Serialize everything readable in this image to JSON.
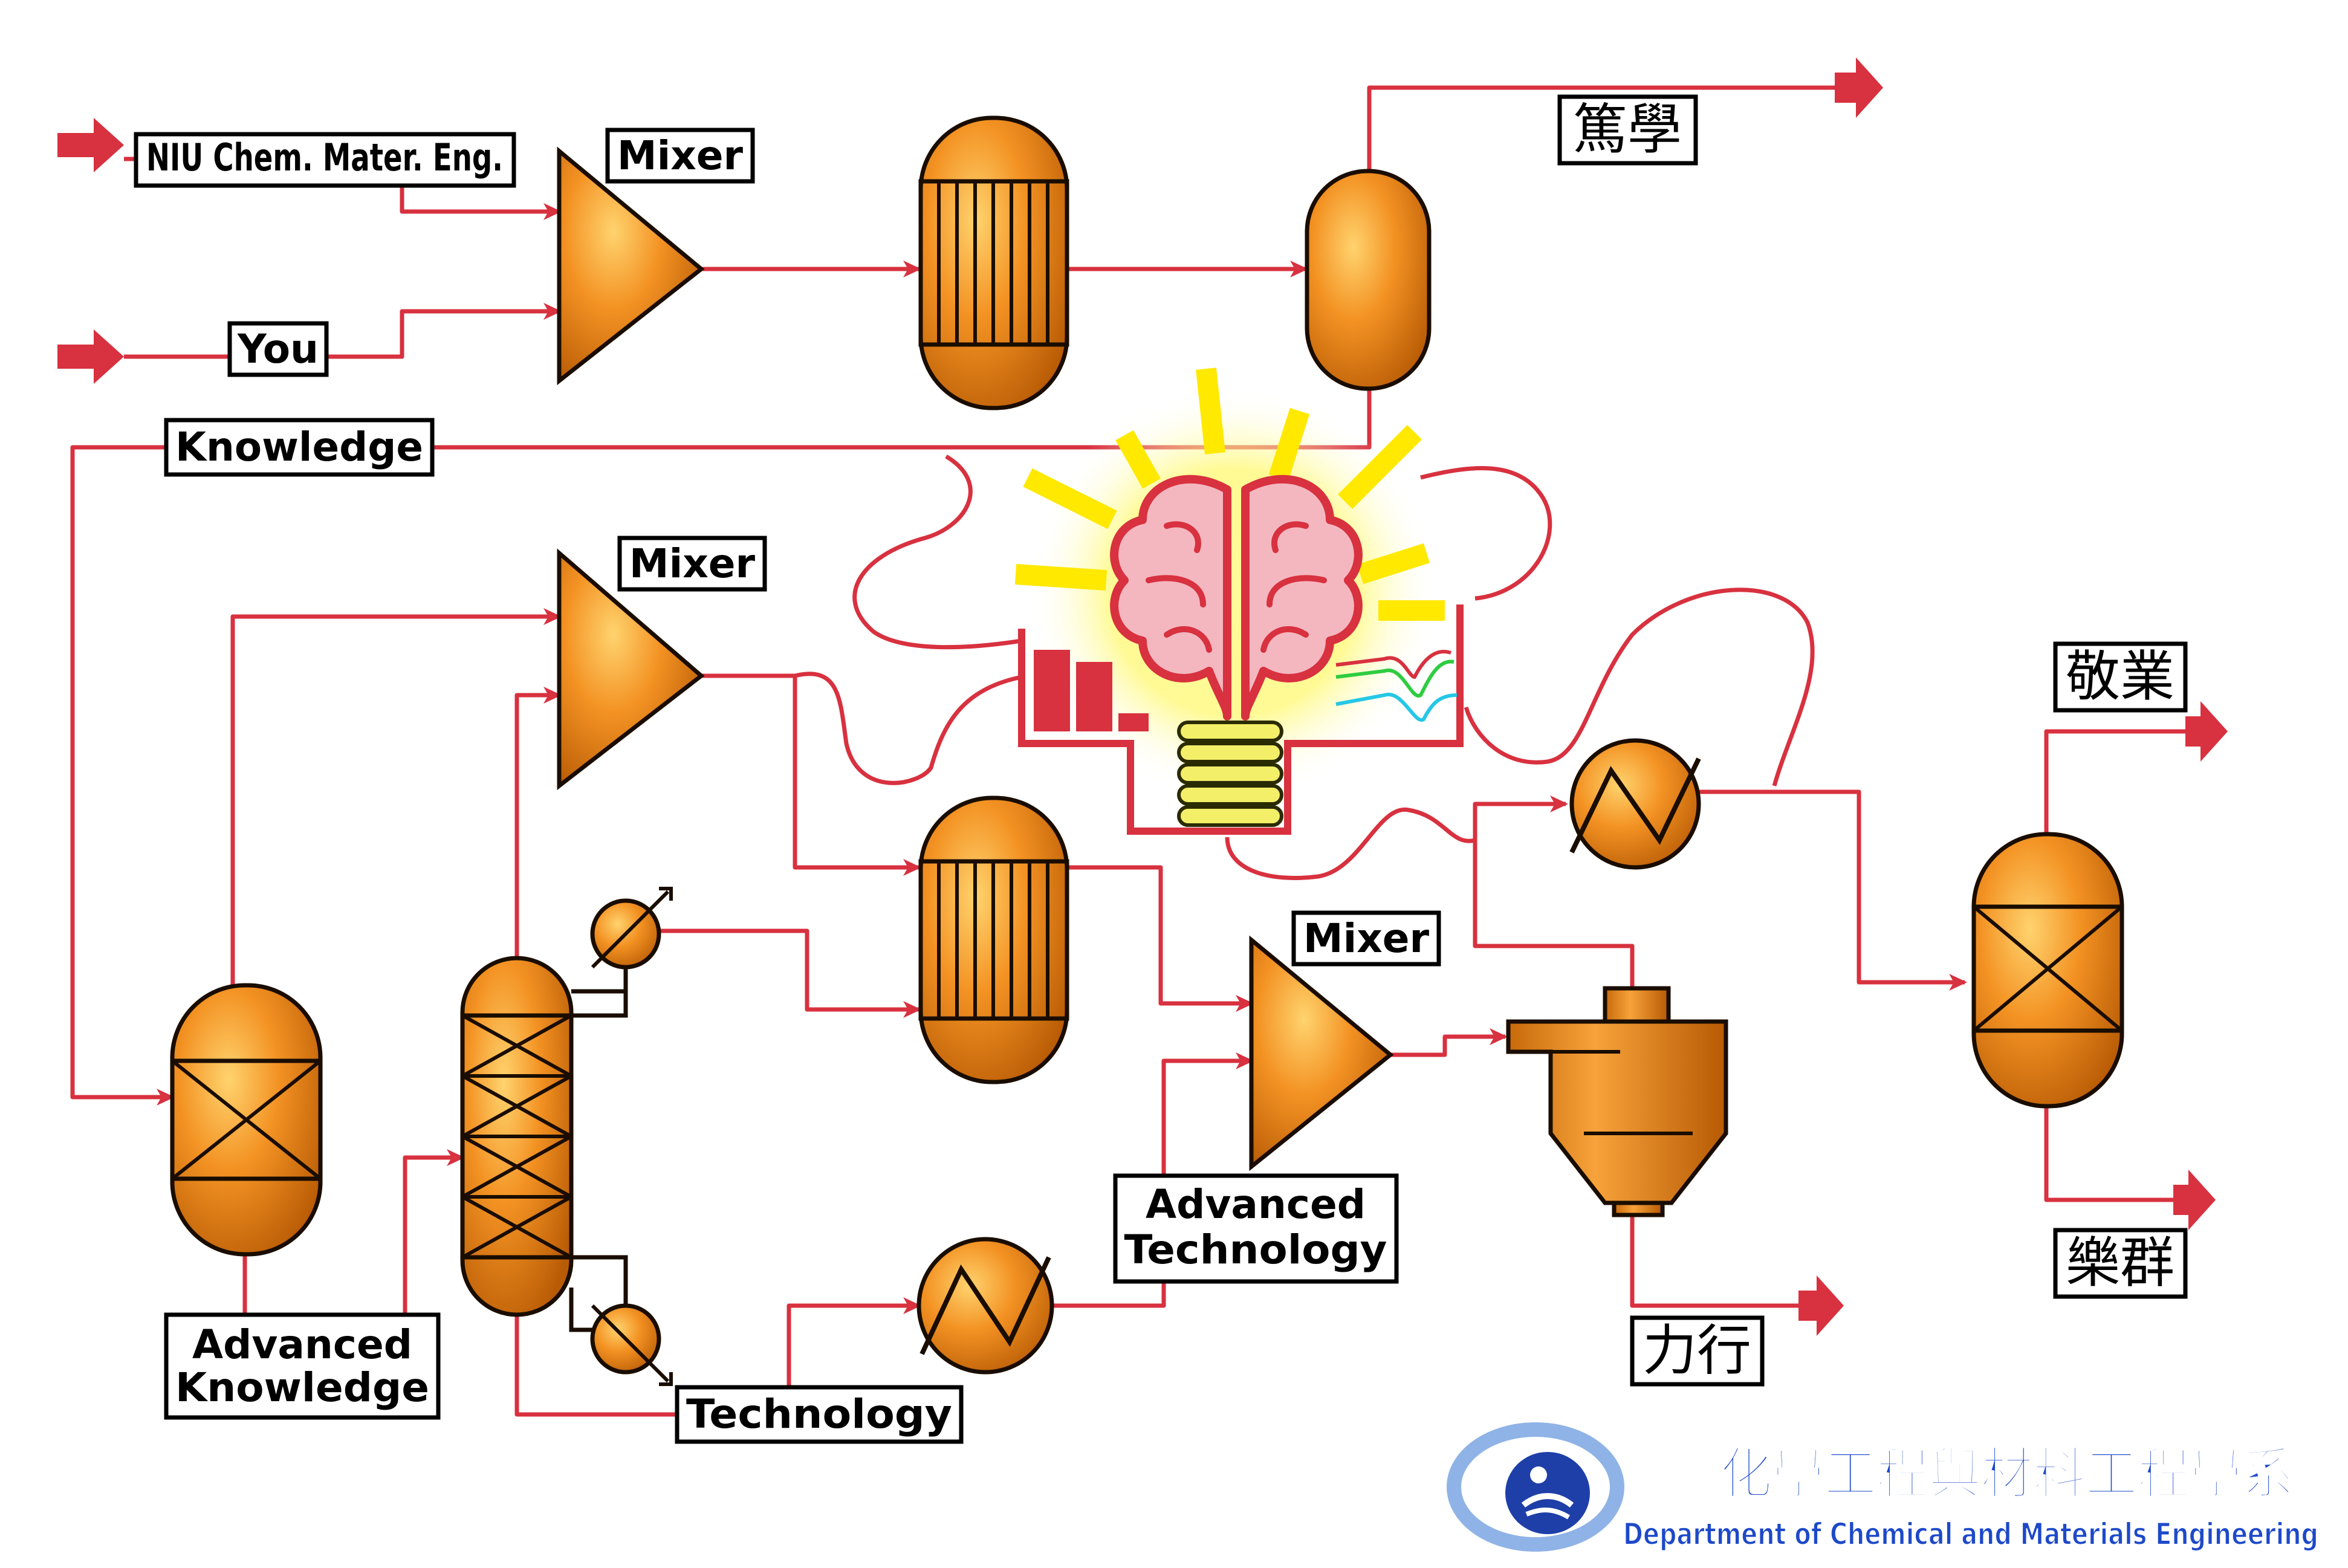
{
  "labels": {
    "source_1": "NIU Chem. Mater. Eng.",
    "source_2": "You",
    "recycle": "Knowledge",
    "mixer_1": "Mixer",
    "mixer_2": "Mixer",
    "mixer_3": "Mixer",
    "adv_knowledge_1": "Advanced",
    "adv_knowledge_2": "Knowledge",
    "technology": "Technology",
    "adv_technology_1": "Advanced",
    "adv_technology_2": "Technology",
    "product_top": "篤學",
    "product_cyclone": "力行",
    "product_right_top": "敬業",
    "product_right_bottom": "樂群"
  },
  "logo": {
    "name_zh": "化學工程與材料工程學系",
    "name_en": "Department of Chemical and Materials Engineering"
  },
  "colors": {
    "stream": "#d8313f",
    "equipment": "#f08a1c",
    "logo_blue": "#1d49c9"
  }
}
